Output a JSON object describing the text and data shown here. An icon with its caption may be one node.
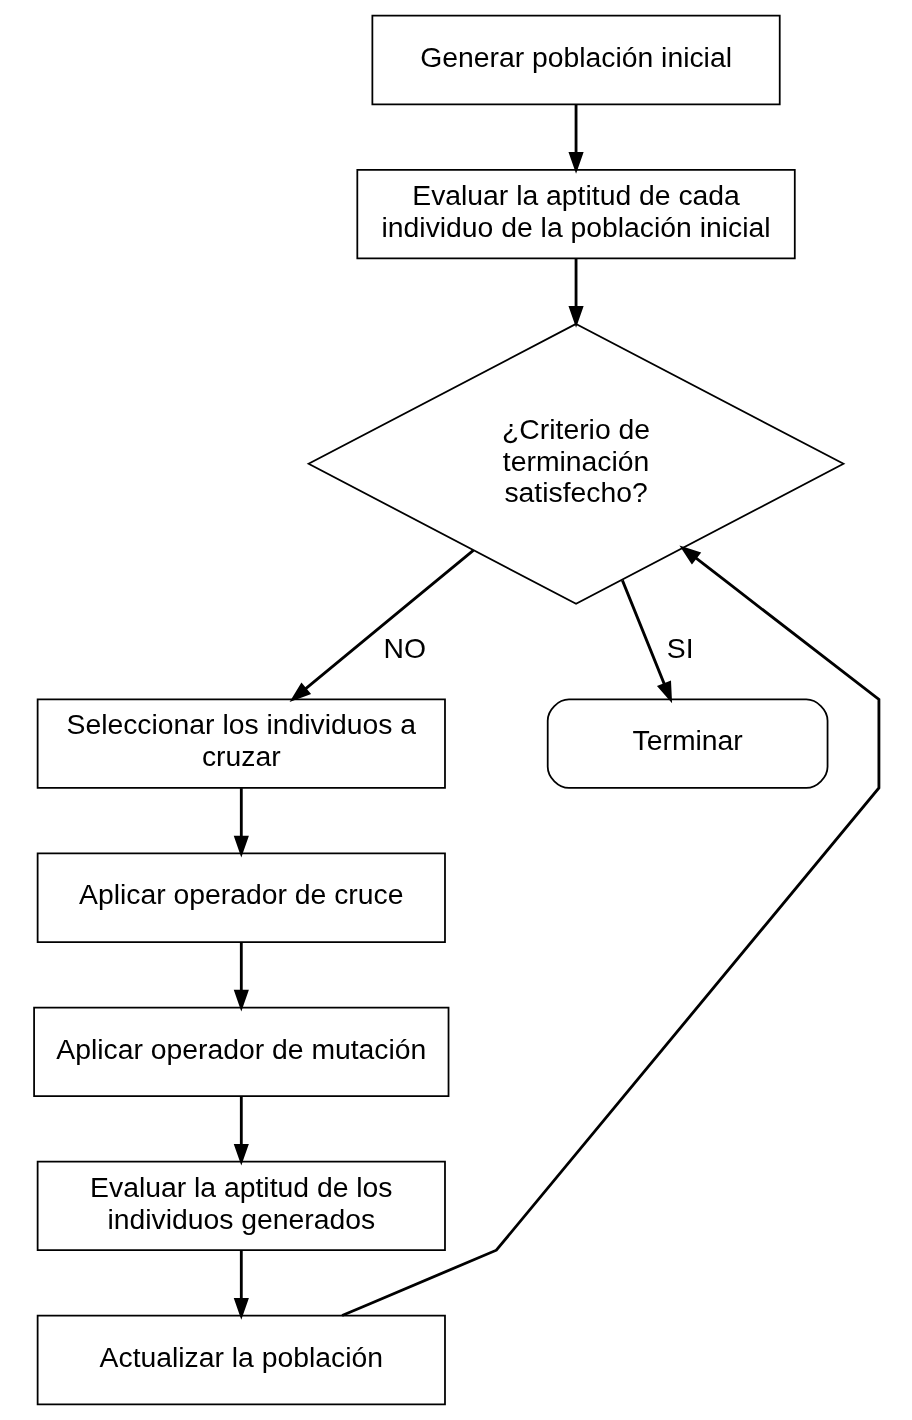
{
  "diagram": {
    "nodes": [
      {
        "text": [
          "Generar población inicial"
        ]
      },
      {
        "text": [
          "Evaluar la aptitud de cada individuo de la población inicial"
        ]
      },
      {
        "text": [
          "¿Criterio de terminación satisfecho?"
        ]
      },
      {
        "text": [
          "Seleccionar los individuos a cruzar"
        ]
      },
      {
        "text": [
          "Terminar"
        ]
      },
      {
        "text": [
          "Aplicar operador de cruce"
        ]
      },
      {
        "text": [
          "Aplicar operador de mutación"
        ]
      },
      {
        "text": [
          "Evaluar la aptitud de los individuos generados"
        ]
      },
      {
        "text": [
          "Actualizar la población"
        ]
      }
    ],
    "edges": [
      {
        "from": 0,
        "to": 1,
        "arrow": "to"
      },
      {
        "from": 1,
        "to": 2,
        "arrow": "to"
      },
      {
        "from": 2,
        "to": 4,
        "arrow": "to",
        "label": "SI"
      },
      {
        "from": 2,
        "to": 3,
        "arrow": "to",
        "label": "NO"
      },
      {
        "from": 3,
        "to": 5,
        "arrow": "to"
      },
      {
        "from": 5,
        "to": 6,
        "arrow": "to"
      },
      {
        "from": 6,
        "to": 7,
        "arrow": "to"
      },
      {
        "from": 7,
        "to": 8,
        "arrow": "to"
      },
      {
        "from": 8,
        "to": 2,
        "arrow": "to"
      }
    ]
  }
}
